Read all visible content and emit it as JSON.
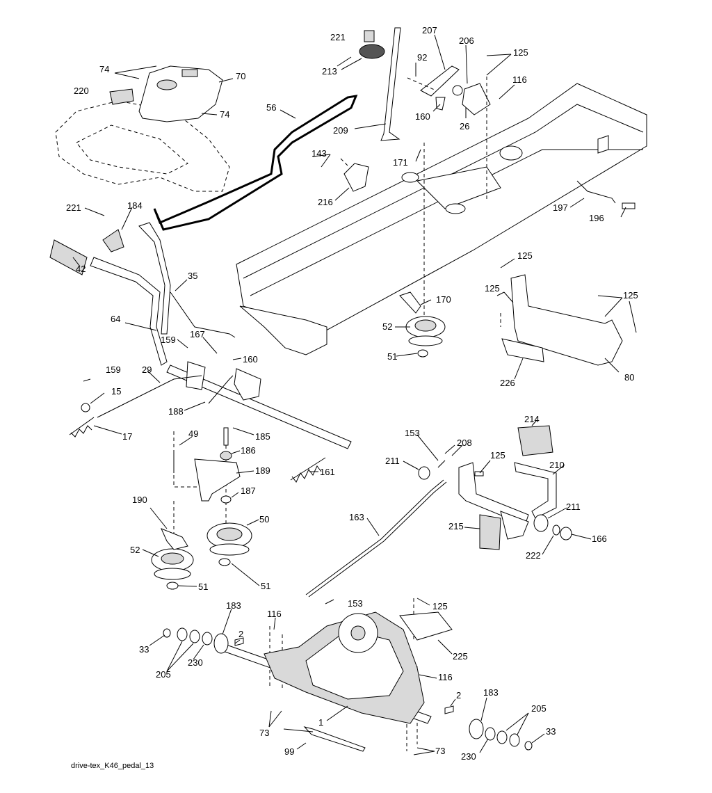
{
  "caption": "drive-tex_K46_pedal_13",
  "labels": {
    "l221a": "221",
    "l213": "213",
    "l207": "207",
    "l206": "206",
    "l125a": "125",
    "l92": "92",
    "l116a": "116",
    "l160a": "160",
    "l26": "26",
    "l74a": "74",
    "l70": "70",
    "l220": "220",
    "l74b": "74",
    "l56": "56",
    "l209": "209",
    "l143": "143",
    "l171": "171",
    "l216": "216",
    "l197": "197",
    "l196": "196",
    "l221b": "221",
    "l184": "184",
    "l42": "42",
    "l35": "35",
    "l125b": "125",
    "l125c": "125",
    "l125d": "125",
    "l170": "170",
    "l52a": "52",
    "l51a": "51",
    "l64": "64",
    "l159a": "159",
    "l167": "167",
    "l160b": "160",
    "l80": "80",
    "l226": "226",
    "l159b": "159",
    "l29": "29",
    "l15": "15",
    "l188": "188",
    "l17": "17",
    "l49": "49",
    "l185": "185",
    "l186": "186",
    "l161": "161",
    "l189": "189",
    "l187": "187",
    "l214": "214",
    "l153a": "153",
    "l208": "208",
    "l211a": "211",
    "l125e": "125",
    "l210": "210",
    "l190": "190",
    "l50": "50",
    "l211b": "211",
    "l163": "163",
    "l215": "215",
    "l166": "166",
    "l222": "222",
    "l52b": "52",
    "l51b": "51",
    "l51c": "51",
    "l153b": "153",
    "l125f": "125",
    "l183a": "183",
    "l116b": "116",
    "l225": "225",
    "l33a": "33",
    "l205a": "205",
    "l230a": "230",
    "l2a": "2",
    "l116c": "116",
    "l73a": "73",
    "l1": "1",
    "l2b": "2",
    "l183b": "183",
    "l205b": "205",
    "l33b": "33",
    "l99": "99",
    "l73b": "73",
    "l230b": "230"
  }
}
